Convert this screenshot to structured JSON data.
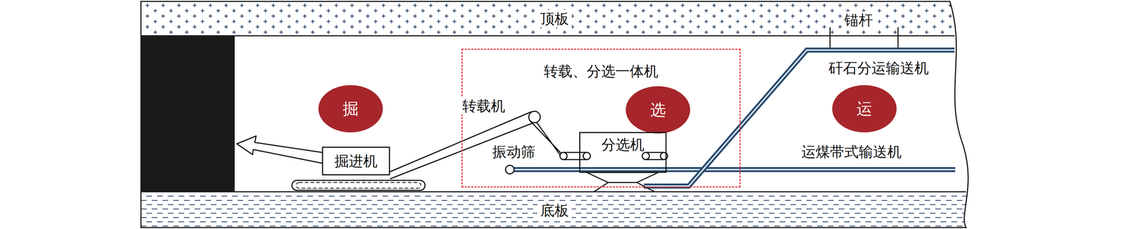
{
  "diagram": {
    "nodes": [
      {
        "text": [
          "顶板"
        ]
      },
      {
        "text": [
          "掘"
        ]
      },
      {
        "text": [
          "掘进机"
        ]
      },
      {
        "text": [
          "转载、分选一体机"
        ]
      },
      {
        "text": [
          "选"
        ],
        "in": 3
      },
      {
        "text": [
          "分选机"
        ],
        "in": 3
      },
      {
        "text": [
          "运"
        ]
      },
      {
        "text": [
          "底板"
        ]
      }
    ],
    "labels": [
      "锚杆",
      "转载机",
      "振动筛",
      "矸石分运输送机",
      "运煤带式输送机"
    ]
  }
}
